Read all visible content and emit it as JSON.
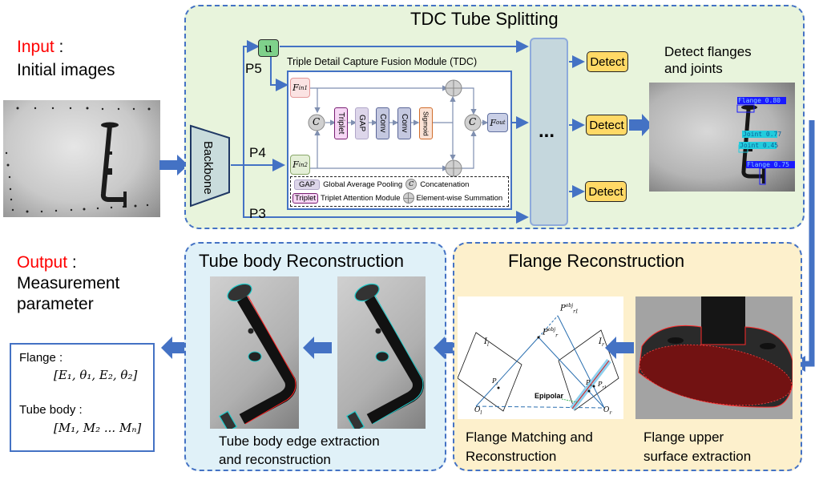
{
  "input": {
    "label": "Input",
    "colon": " :",
    "sub": "Initial images"
  },
  "output": {
    "label": "Output",
    "colon": " :",
    "line2": "Measurement",
    "line3": "parameter"
  },
  "result_box": {
    "flange_label": "Flange :",
    "flange_value": "[E₁, θ₁, E₂, θ₂]",
    "tube_label": "Tube body :",
    "tube_value": "[M₁, M₂ ... Mₙ]"
  },
  "tdc_panel": {
    "title": "TDC Tube Splitting",
    "backbone": "Backbone",
    "upsample": "u",
    "p5": "P5",
    "p4": "P4",
    "p3": "P3",
    "module_title": "Triple Detail Capture Fusion Module (TDC)",
    "fin1": "F",
    "fin1_sub": "in1",
    "fin2": "F",
    "fin2_sub": "in2",
    "fout": "F",
    "fout_sub": "out",
    "concat": "C",
    "blocks": [
      "Triplet",
      "GAP",
      "Conv",
      "Conv",
      "Sigmoid"
    ],
    "legend": {
      "gap_key": "GAP",
      "gap_desc": "Global Average Pooling",
      "concat_key": "C",
      "concat_desc": "Concatenation",
      "triplet_key": "Triplet",
      "triplet_desc": "Triplet Attention Module",
      "sum_desc": "Element-wise Summation"
    },
    "neck_dots": "...",
    "detect_labels": [
      "Detect",
      "Detect",
      "Detect"
    ],
    "detect_result_title_1": "Detect flanges",
    "detect_result_title_2": "and joints",
    "detections": [
      "Flange 0.80",
      "Joint 0.77",
      "Joint 0.45",
      "Flange 0.75"
    ]
  },
  "flange_panel": {
    "title": "Flange Reconstruction",
    "matching_caption_1": "Flange Matching and",
    "matching_caption_2": "Reconstruction",
    "surface_caption_1": "Flange upper",
    "surface_caption_2": "surface extraction",
    "diagram_labels": {
      "il": "I",
      "il_sub": "l",
      "ir": "I",
      "ir_sub": "r",
      "pl": "P",
      "pl_sub": "l",
      "pr": "P",
      "pr_sub": "r",
      "pr1": "P",
      "pr1_sub": "r1",
      "pobj": "P",
      "pobj_sup": "obj",
      "pobj_sub": "r",
      "pobj1": "P",
      "pobj1_sup": "obj",
      "pobj1_sub": "r1",
      "ol": "O",
      "ol_sub": "l",
      "or": "O",
      "or_sub": "r",
      "epipolar": "Epipolar"
    }
  },
  "tube_panel": {
    "title": "Tube body Reconstruction",
    "caption_1": "Tube body edge extraction",
    "caption_2": "and reconstruction"
  },
  "colors": {
    "accent_blue": "#4472c4",
    "tdc_bg": "#e8f4dc",
    "flange_bg": "#fdf0cc",
    "tube_bg": "#e0f1f8",
    "detect_fill": "#ffd966",
    "label_red": "#ff0000"
  }
}
